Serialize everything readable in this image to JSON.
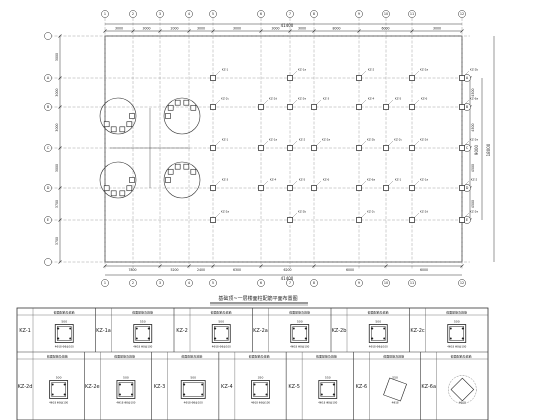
{
  "plan": {
    "title": "基础顶~一层楼面柱配筋平面布置图",
    "overall_width": "41400",
    "overall_height": "18000",
    "top_dims": [
      "3000",
      "3000",
      "2000",
      "3000",
      "3000",
      "3000",
      "3000",
      "8000",
      "6000",
      "3000"
    ],
    "bottom_dims": [
      "7800",
      "5200",
      "2400",
      "6300",
      "6200",
      "6000",
      "6000"
    ],
    "right_dims": [
      "4500",
      "4500",
      "4500",
      "4500"
    ],
    "right_dim_mid": "9000",
    "left_dims": [
      "3000",
      "3000",
      "3000",
      "3000",
      "3700",
      "3700"
    ],
    "axis_numbers": [
      "1",
      "2",
      "3",
      "4",
      "5",
      "6",
      "7",
      "8",
      "9",
      "10",
      "11",
      "12"
    ],
    "axis_letters": [
      "A",
      "B",
      "C",
      "D",
      "E"
    ],
    "column_labels": [
      "KZ-1",
      "KZ-1a",
      "KZ-2",
      "KZ-2a",
      "KZ-2b",
      "KZ-2c",
      "KZ-2d",
      "KZ-2e",
      "KZ-3",
      "KZ-4",
      "KZ-5",
      "KZ-6",
      "KZ-6a"
    ]
  },
  "schedule": {
    "header_text": "截面配筋及箍筋",
    "rows": [
      [
        {
          "id": "KZ-1",
          "dim": "500",
          "note": "4Φ18 Φ8@100"
        },
        {
          "id": "KZ-1a",
          "dim": "550",
          "note": "4Φ18 Φ8@100"
        },
        {
          "id": "KZ-2",
          "dim": "500",
          "note": "4Φ18 Φ8@100"
        },
        {
          "id": "KZ-2a",
          "dim": "500",
          "note": "4Φ18 Φ8@100"
        },
        {
          "id": "KZ-2b",
          "dim": "500",
          "note": "4Φ18 Φ8@100"
        },
        {
          "id": "KZ-2c",
          "dim": "500",
          "note": "4Φ18 Φ8@100"
        }
      ],
      [
        {
          "id": "KZ-2d",
          "dim": "500",
          "note": "4Φ18 Φ8@100"
        },
        {
          "id": "KZ-2e",
          "dim": "500",
          "note": "4Φ18 Φ8@100"
        },
        {
          "id": "KZ-3",
          "dim": "500",
          "note": "4Φ18 Φ8@100"
        },
        {
          "id": "KZ-4",
          "dim": "350",
          "note": "4Φ18 Φ8@100"
        },
        {
          "id": "KZ-5",
          "dim": "550",
          "note": "4Φ18 Φ8@100"
        },
        {
          "id": "KZ-6",
          "dim": "550",
          "note": "4Φ18"
        },
        {
          "id": "KZ-6a",
          "dim": "",
          "note": "4Φ18"
        }
      ]
    ]
  },
  "colors": {
    "line": "#333333",
    "text": "#222222",
    "axis": "#555555"
  }
}
